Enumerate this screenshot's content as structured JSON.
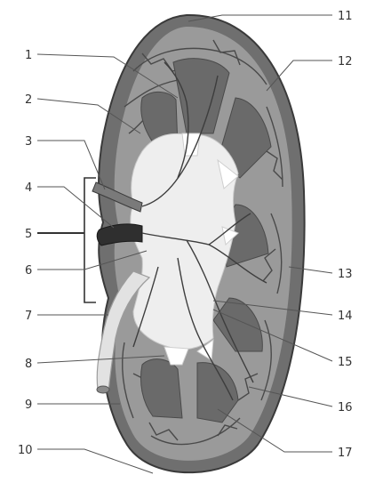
{
  "labels": {
    "l1": "1",
    "l2": "2",
    "l3": "3",
    "l4": "4",
    "l5": "5",
    "l6": "6",
    "l7": "7",
    "l8": "8",
    "l9": "9",
    "l10": "10",
    "l11": "11",
    "l12": "12",
    "l13": "13",
    "l14": "14",
    "l15": "15",
    "l16": "16",
    "l17": "17"
  },
  "colors": {
    "capsule": "#6f6f6f",
    "cortex": "#9a9a9a",
    "pyramid": "#6a6a6a",
    "sinus": "#eeeeee",
    "vessel": "#3d3d3d",
    "leader": "#555555"
  }
}
